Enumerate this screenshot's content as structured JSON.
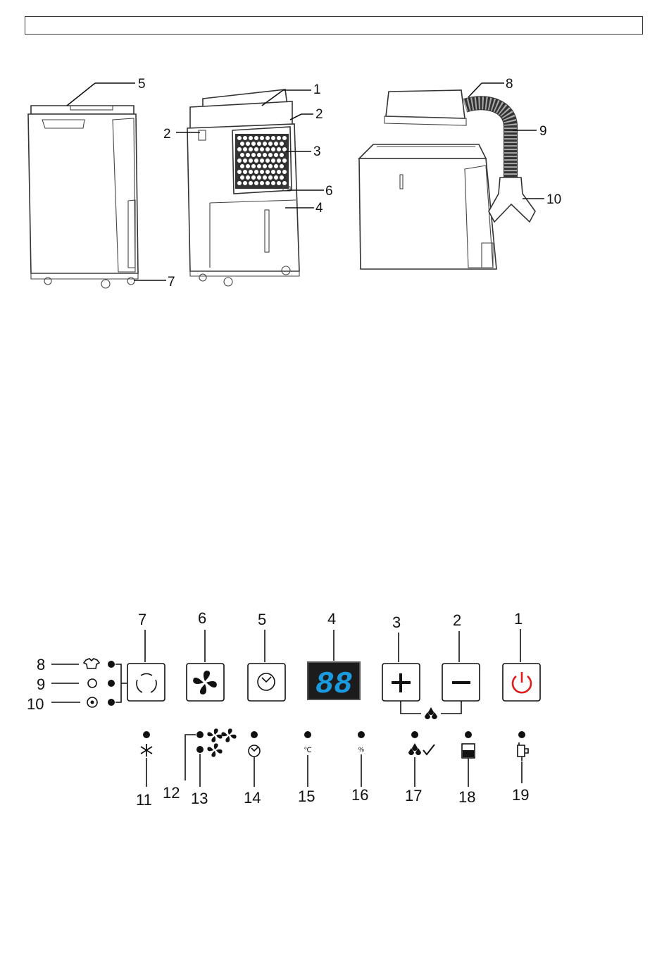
{
  "header": {
    "text": ""
  },
  "product_labels": {
    "l1": "1",
    "l2a": "2",
    "l2b": "2",
    "l3": "3",
    "l4": "4",
    "l5": "5",
    "l6": "6",
    "l7": "7",
    "l8": "8",
    "l9": "9",
    "l10": "10"
  },
  "panel_labels": {
    "top": [
      "7",
      "6",
      "5",
      "4",
      "3",
      "2",
      "1"
    ],
    "left": [
      "8",
      "9",
      "10"
    ],
    "bottom": [
      "11",
      "12",
      "13",
      "14",
      "15",
      "16",
      "17",
      "18",
      "19"
    ]
  },
  "display": {
    "digits": "88",
    "digit_color": "#1a9be0"
  },
  "icons": {
    "mode": "mode-cycle-icon",
    "fan": "fan-icon",
    "timer": "clock-icon",
    "plus": "plus-icon",
    "minus": "minus-icon",
    "power": "power-icon",
    "laundry": "shirt-icon",
    "auto": "circle-icon",
    "purify": "purifier-icon",
    "cool": "snowflake-icon",
    "fan_high": "fan-high-icon",
    "fan_low": "fan-low-icon",
    "timer_ind": "timer-indicator-icon",
    "celsius": "celsius-icon",
    "percent": "percent-icon",
    "defrost": "droplets-check-icon",
    "tank_full": "tank-full-icon",
    "drain": "pump-drain-icon",
    "combo": "droplets-icon"
  },
  "colors": {
    "power": "#e01b1b",
    "display_bg": "#1c1c1c"
  },
  "units": {
    "celsius": "℃",
    "percent": "%"
  }
}
